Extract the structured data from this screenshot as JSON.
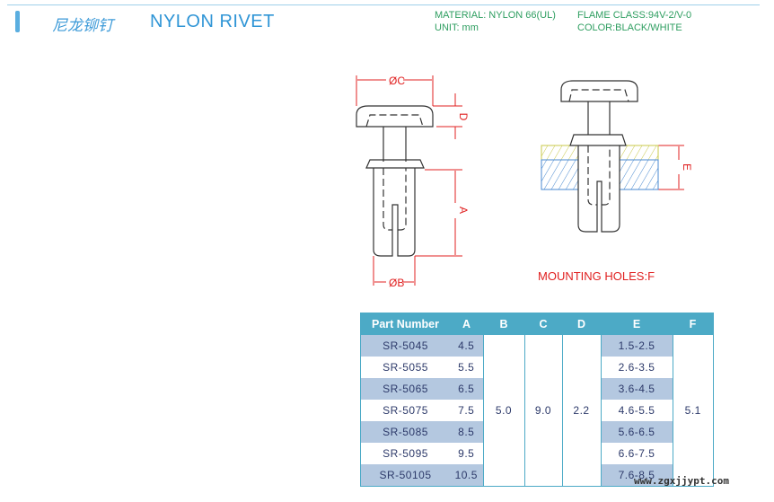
{
  "header": {
    "title_cn": "尼龙铆钉",
    "title_en": "NYLON RIVET",
    "material": "MATERIAL: NYLON 66(UL)",
    "flame_class": "FLAME CLASS:94V-2/V-0",
    "unit": "UNIT: mm",
    "color": "COLOR:BLACK/WHITE"
  },
  "diagram": {
    "dim_c": "ØC",
    "dim_d": "D",
    "dim_a": "A",
    "dim_b": "ØB",
    "dim_e": "E",
    "mounting_label": "MOUNTING HOLES:F"
  },
  "table": {
    "headers": [
      "Part Number",
      "A",
      "B",
      "C",
      "D",
      "E",
      "F"
    ],
    "rows": [
      {
        "part": "SR-5045",
        "a": "4.5",
        "e": "1.5-2.5"
      },
      {
        "part": "SR-5055",
        "a": "5.5",
        "e": "2.6-3.5"
      },
      {
        "part": "SR-5065",
        "a": "6.5",
        "e": "3.6-4.5"
      },
      {
        "part": "SR-5075",
        "a": "7.5",
        "e": "4.6-5.5"
      },
      {
        "part": "SR-5085",
        "a": "8.5",
        "e": "5.6-6.5"
      },
      {
        "part": "SR-5095",
        "a": "9.5",
        "e": "6.6-7.5"
      },
      {
        "part": "SR-50105",
        "a": "10.5",
        "e": "7.6-8.5"
      }
    ],
    "b": "5.0",
    "c": "9.0",
    "d": "2.2",
    "f": "5.1"
  },
  "watermark": "www.zgxjjypt.com"
}
